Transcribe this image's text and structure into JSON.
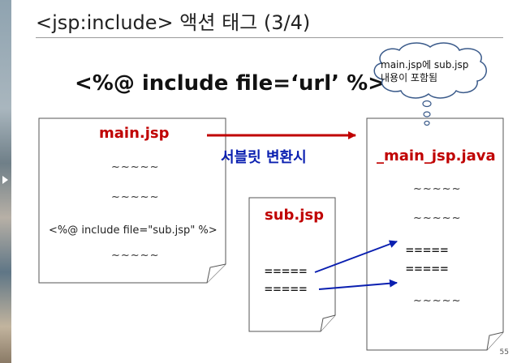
{
  "slide": {
    "title": "<jsp:include> 액션 태그 (3/4)",
    "directive": "<%@ include file=‘url’ %>",
    "cloud_line1": "main.jsp에 sub.jsp",
    "cloud_line2": "내용이 포함됨",
    "conversion_label": "서블릿 변환시",
    "page_number": "55"
  },
  "main_file": {
    "name": "main.jsp",
    "tilde1": "~~~~~",
    "tilde2": "~~~~~",
    "include_line": "<%@ include file=\"sub.jsp\" %>",
    "tilde3": "~~~~~"
  },
  "sub_file": {
    "name": "sub.jsp",
    "eq1": "=====",
    "eq2": "====="
  },
  "java_file": {
    "name": "_main_jsp.java",
    "tilde1": "~~~~~",
    "tilde2": "~~~~~",
    "eq1": "=====",
    "eq2": "=====",
    "tilde3": "~~~~~"
  },
  "colors": {
    "red": "#c00000",
    "blue": "#0a1fb0"
  }
}
